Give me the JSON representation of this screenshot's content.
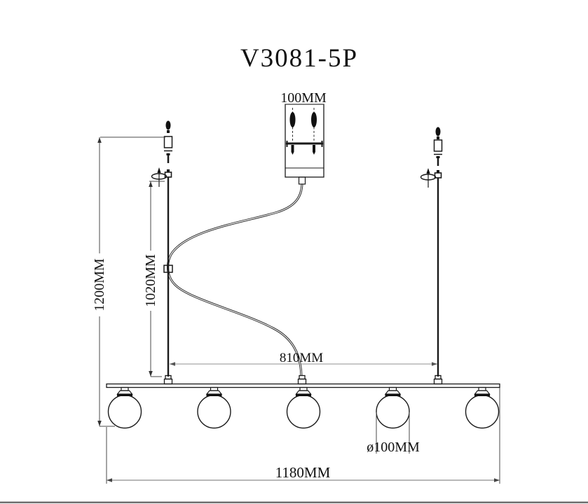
{
  "title": "V3081-5P",
  "labels": {
    "canopy_width": "100MM",
    "overall_height": "1200MM",
    "suspension_height": "1020MM",
    "hanger_spacing": "810MM",
    "globe_diameter": "ø100MM",
    "bar_length": "1180MM"
  },
  "fixture": {
    "globe_count": 5
  },
  "colors": {
    "background": "#ffffff",
    "object_line": "#1a1a1a",
    "dimension_line": "#4a4a4a",
    "light_dimension_line": "#909090",
    "text": "#111111"
  }
}
